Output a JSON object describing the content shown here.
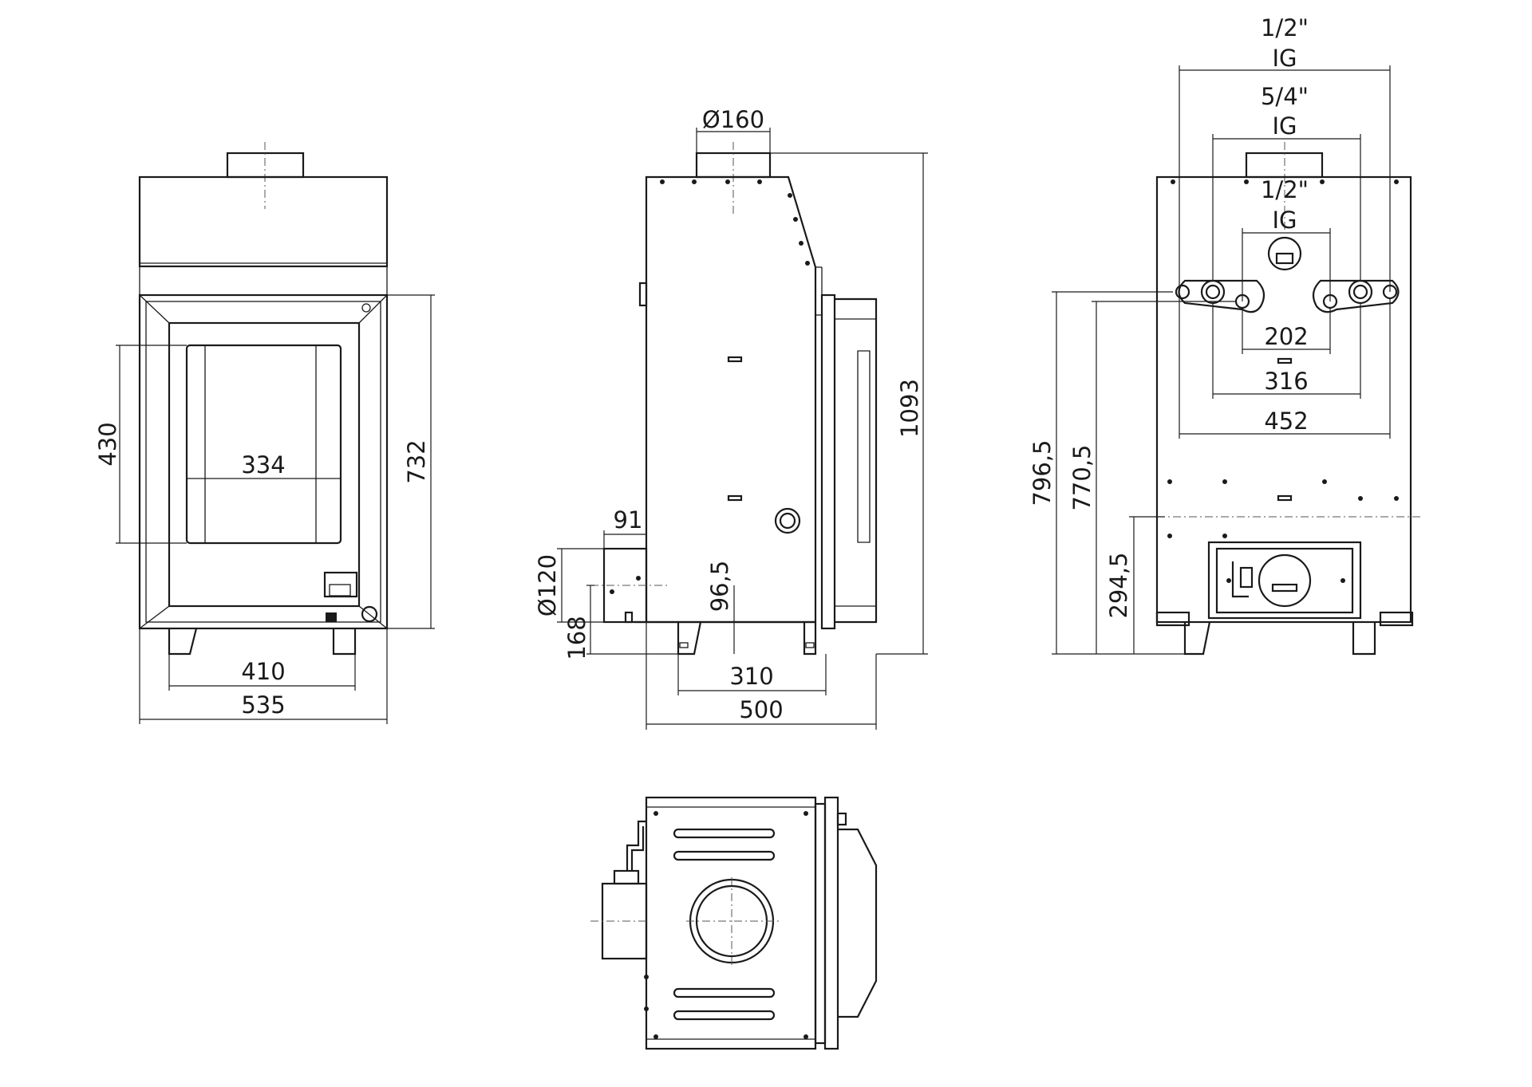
{
  "views": {
    "front": {
      "dims": {
        "glass_height": "430",
        "glass_width": "334",
        "door_height": "732",
        "feet_span": "410",
        "overall_width": "535"
      }
    },
    "side": {
      "dims": {
        "flue_diameter": "Ø160",
        "overall_height": "1093",
        "air_inlet_offset": "91",
        "air_inlet_diameter": "Ø120",
        "air_inlet_height": "168",
        "air_inlet_center": "96,5",
        "feet_depth": "310",
        "overall_depth": "500"
      }
    },
    "rear": {
      "dims": {
        "outer_connection_size": "1/2\"",
        "outer_connection_thread": "IG",
        "middle_connection_size": "5/4\"",
        "middle_connection_thread": "IG",
        "inner_connection_size": "1/2\"",
        "inner_connection_thread": "IG",
        "inner_spacing": "202",
        "middle_spacing": "316",
        "outer_spacing": "452",
        "upper_connection_height": "796,5",
        "lower_connection_height": "770,5",
        "inlet_height": "294,5"
      }
    },
    "top": {}
  }
}
